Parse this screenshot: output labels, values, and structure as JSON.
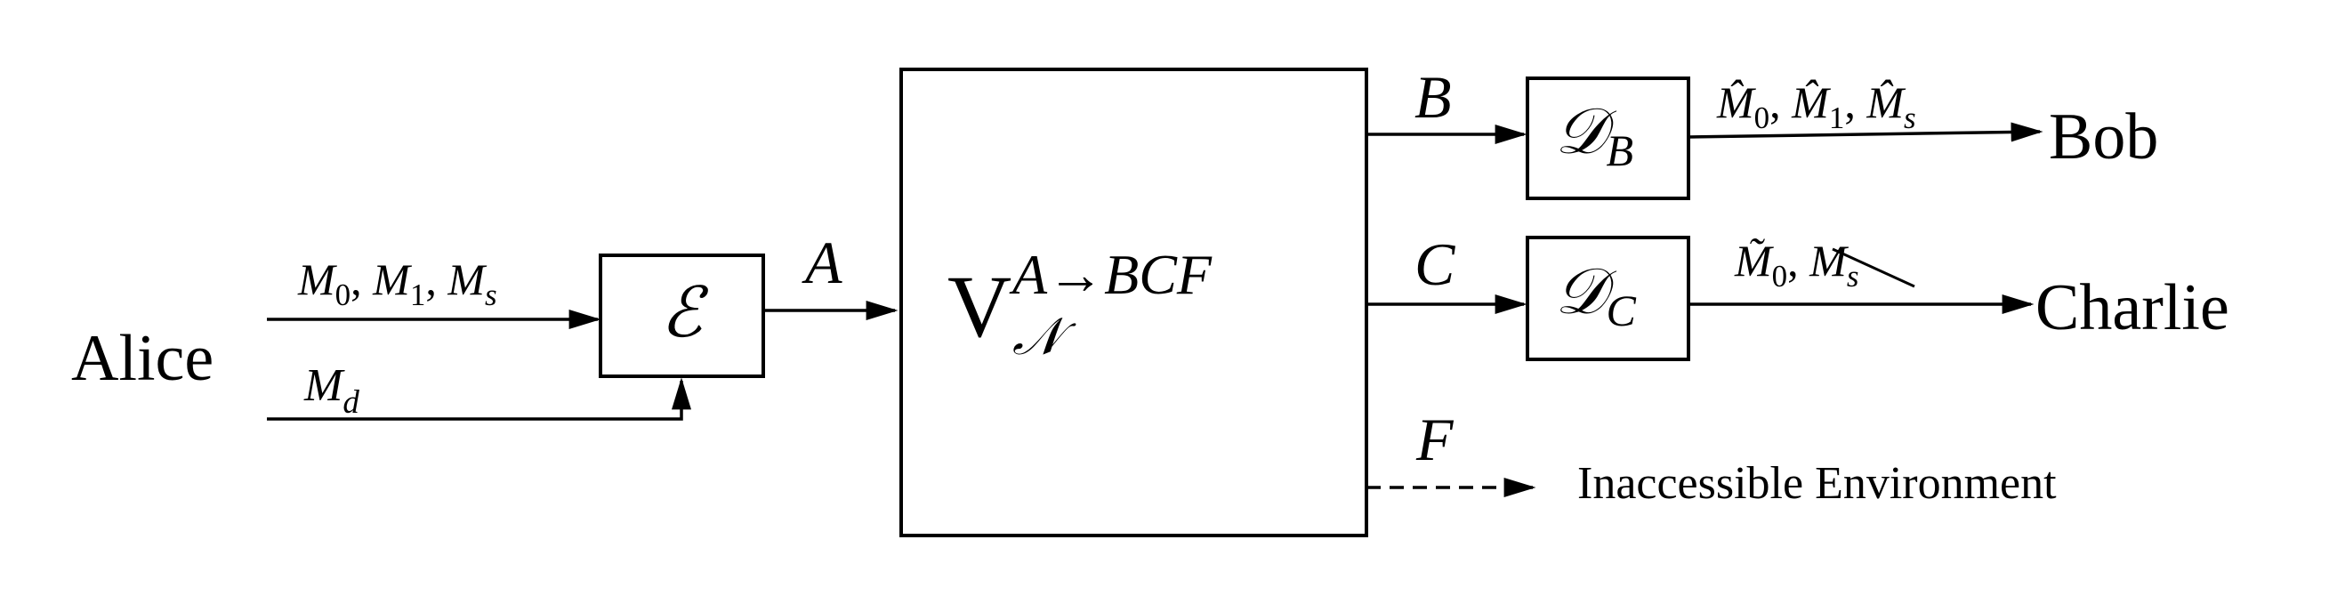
{
  "nodes": {
    "alice": "Alice",
    "bob": "Bob",
    "charlie": "Charlie",
    "environment": "Inaccessible Environment"
  },
  "boxes": {
    "encoder": {
      "symbol": "ℰ"
    },
    "channel": {
      "base": "V",
      "superscript": "A→BCF",
      "subscript": "𝒩"
    },
    "decoder_b": {
      "symbol": "𝒟",
      "subscript": "B"
    },
    "decoder_c": {
      "symbol": "𝒟",
      "subscript": "C"
    }
  },
  "edges": {
    "alice_messages": {
      "m0": "M",
      "m0_sub": "0",
      "sep1": ", ",
      "m1": "M",
      "m1_sub": "1",
      "sep2": ", ",
      "ms": "M",
      "ms_sub": "s"
    },
    "alice_dummy": {
      "m": "M",
      "m_sub": "d"
    },
    "channel_input": "A",
    "output_b": "B",
    "output_c": "C",
    "output_f": "F",
    "bob_messages": {
      "m0": "M̂",
      "m0_sub": "0",
      "sep1": ", ",
      "m1": "M̂",
      "m1_sub": "1",
      "sep2": ", ",
      "ms": "M̂",
      "ms_sub": "s"
    },
    "charlie_messages": {
      "m0": "M̃",
      "m0_sub": "0",
      "sep1": ", ",
      "ms": "M",
      "ms_sub": "s",
      "ms_crossed": true
    }
  }
}
